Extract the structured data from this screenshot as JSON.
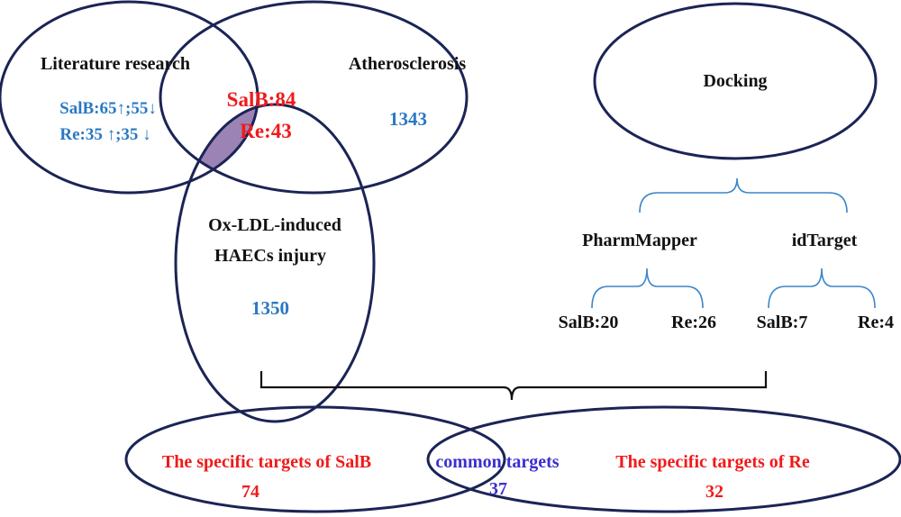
{
  "venn_top": {
    "literature": {
      "title": "Literature research",
      "line1": "SalB:65↑;55↓",
      "line2": "Re:35 ↑;35 ↓"
    },
    "atherosclerosis": {
      "title": "Atherosclerosis",
      "count": "1343"
    },
    "oxldl": {
      "title_line1": "Ox-LDL-induced",
      "title_line2": "HAECs injury",
      "count": "1350"
    },
    "intersection": {
      "line1": "SalB:84",
      "line2": "Re:43"
    }
  },
  "docking": {
    "title": "Docking",
    "pharmmapper": {
      "label": "PharmMapper",
      "salb": "SalB:20",
      "re": "Re:26"
    },
    "idtarget": {
      "label": "idTarget",
      "salb": "SalB:7",
      "re": "Re:4"
    }
  },
  "bottom": {
    "salb_specific": {
      "label": "The specific targets of  SalB",
      "count": "74"
    },
    "common": {
      "label": "common targets",
      "count": "37"
    },
    "re_specific": {
      "label": "The specific targets of Re",
      "count": "32"
    }
  },
  "colors": {
    "outline": "#1b2455",
    "blue_text": "#2a78c2",
    "red_text": "#f01a1a",
    "purple_text": "#3a2fd0",
    "intersection_fill": "#9b84b5"
  }
}
